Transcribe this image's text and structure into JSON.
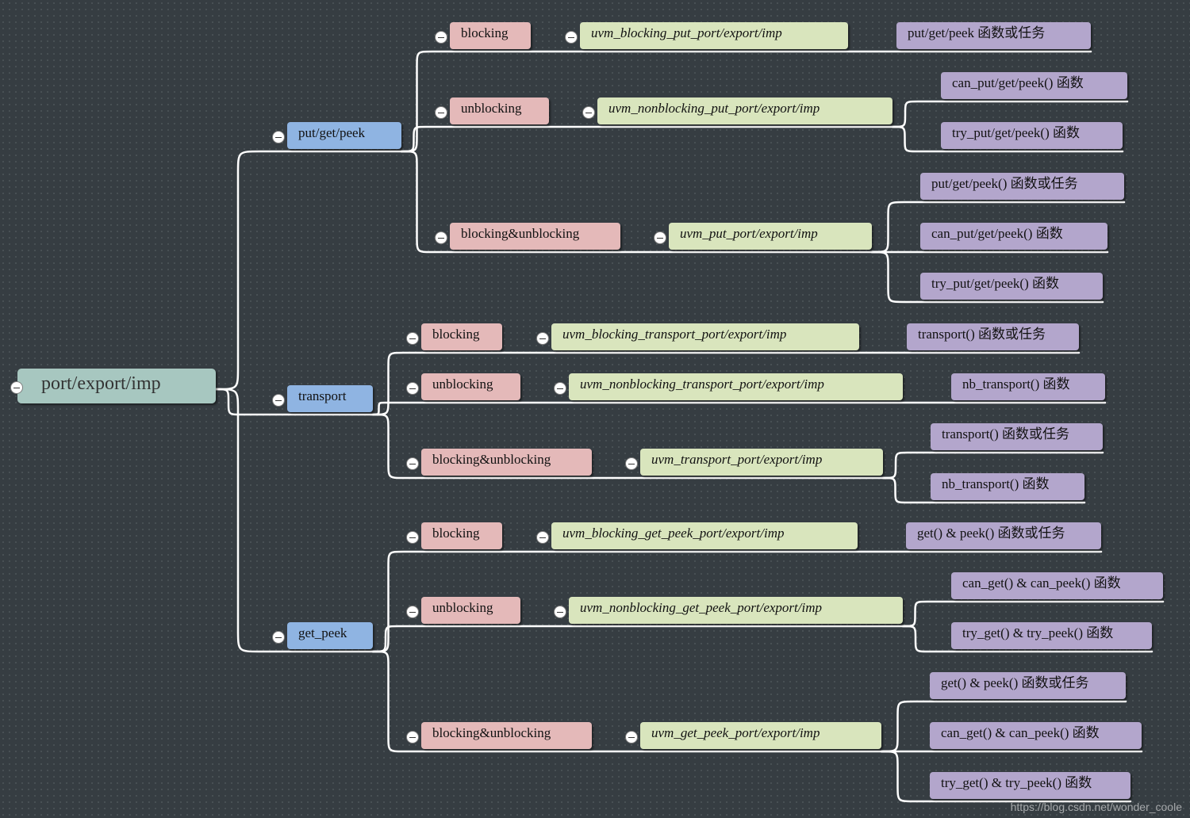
{
  "colors": {
    "background": "#363d42",
    "root": "#a7c7c0",
    "category": "#8fb4e2",
    "mode": "#e4b9b9",
    "class": "#d9e5bd",
    "method": "#b3a6cc",
    "link": "#ffffff"
  },
  "icons": {
    "toggle": "collapse-minus-icon"
  },
  "root": {
    "label": "port/export/imp",
    "children": [
      {
        "label": "put/get/peek",
        "children": [
          {
            "label": "blocking",
            "class": "uvm_blocking_put_port/export/imp",
            "methods": [
              "put/get/peek  函数或任务"
            ]
          },
          {
            "label": "unblocking",
            "class": "uvm_nonblocking_put_port/export/imp",
            "methods": [
              "can_put/get/peek() 函数",
              "try_put/get/peek() 函数"
            ]
          },
          {
            "label": "blocking&unblocking",
            "class": "uvm_put_port/export/imp",
            "methods": [
              "put/get/peek()  函数或任务",
              "can_put/get/peek() 函数",
              "try_put/get/peek() 函数"
            ]
          }
        ]
      },
      {
        "label": "transport",
        "children": [
          {
            "label": "blocking",
            "class": "uvm_blocking_transport_port/export/imp",
            "methods": [
              "transport() 函数或任务"
            ]
          },
          {
            "label": "unblocking",
            "class": "uvm_nonblocking_transport_port/export/imp",
            "methods": [
              "nb_transport() 函数"
            ]
          },
          {
            "label": "blocking&unblocking",
            "class": "uvm_transport_port/export/imp",
            "methods": [
              "transport() 函数或任务",
              "nb_transport() 函数"
            ]
          }
        ]
      },
      {
        "label": "get_peek",
        "children": [
          {
            "label": "blocking",
            "class": "uvm_blocking_get_peek_port/export/imp",
            "methods": [
              "get() & peek() 函数或任务"
            ]
          },
          {
            "label": "unblocking",
            "class": "uvm_nonblocking_get_peek_port/export/imp",
            "methods": [
              "can_get() & can_peek() 函数",
              "try_get() & try_peek() 函数"
            ]
          },
          {
            "label": "blocking&unblocking",
            "class": "uvm_get_peek_port/export/imp",
            "methods": [
              "get() & peek() 函数或任务",
              "can_get() & can_peek() 函数",
              "try_get() & try_peek() 函数"
            ]
          }
        ]
      }
    ]
  },
  "watermark": "https://blog.csdn.net/wonder_coole"
}
